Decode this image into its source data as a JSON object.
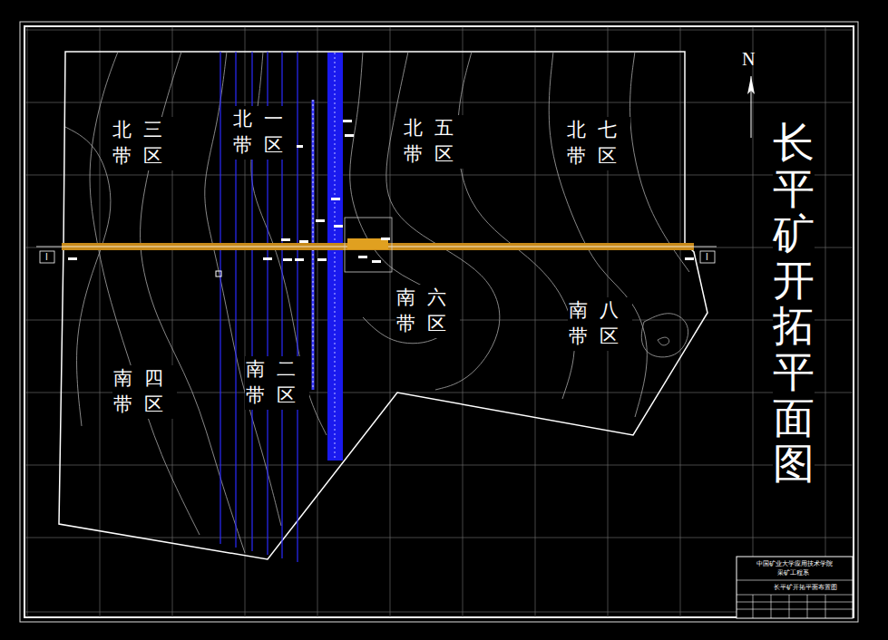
{
  "diagram": {
    "title": "长平矿开拓平面图",
    "labels": [
      "N",
      "北三带区",
      "北一带区",
      "北五带区",
      "北七带区",
      "南六带区",
      "南八带区",
      "南四带区",
      "南二带区",
      "I",
      "I",
      "中国矿业大学应用技术学院",
      "采矿工程系",
      "长平矿开拓平面布置图"
    ]
  }
}
